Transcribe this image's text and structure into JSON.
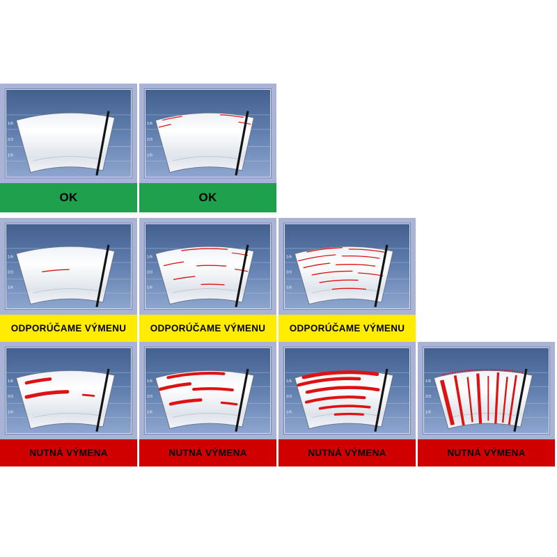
{
  "page": {
    "background": "#ffffff"
  },
  "zone_labels": [
    "1/6",
    "2/3",
    "1/6"
  ],
  "statuses": {
    "ok": "OK",
    "warn": "ODPORÚČAME VÝMENU",
    "replace": "NUTNÁ VÝMENA"
  },
  "colors": {
    "panel_frame": "#a9b3d6",
    "inner_top": "#44608f",
    "inner_mid": "#5d7cac",
    "inner_bottom": "#8ea6cf",
    "streak_red": "#dd1212",
    "blade_black": "#141414",
    "status_ok_bg": "#1fa04c",
    "status_warn_bg": "#ffec00",
    "status_replace_bg": "#d10000",
    "status_text": "#000000"
  },
  "cells": [
    {
      "id": "ok-1",
      "status": "ok",
      "severity": "clean",
      "streaks": [],
      "vstreaks": [],
      "dash": false
    },
    {
      "id": "ok-2",
      "status": "ok",
      "severity": "light-edge-streaks",
      "streaks": [
        {
          "r": 0.97,
          "a1": -13.5,
          "a2": -8,
          "w": 1.3
        },
        {
          "r": 0.86,
          "a1": -15,
          "a2": -11.5,
          "w": 1.3
        },
        {
          "r": 0.97,
          "a1": 3,
          "a2": 9.5,
          "w": 1.3
        },
        {
          "r": 0.87,
          "a1": 8.5,
          "a2": 12,
          "w": 1.3
        }
      ],
      "vstreaks": [],
      "dash": false
    },
    {
      "id": "warn-1",
      "status": "warn",
      "severity": "single-streak",
      "streaks": [
        {
          "r": 0.56,
          "a1": -9,
          "a2": -0.5,
          "w": 1.5
        }
      ],
      "vstreaks": [],
      "dash": false
    },
    {
      "id": "warn-2",
      "status": "warn",
      "severity": "several-streaks",
      "streaks": [
        {
          "r": 0.96,
          "a1": -8,
          "a2": 5,
          "w": 1.5
        },
        {
          "r": 0.9,
          "a1": 6.5,
          "a2": 11,
          "w": 1.3
        },
        {
          "r": 0.74,
          "a1": -14,
          "a2": -8,
          "w": 1.5
        },
        {
          "r": 0.64,
          "a1": -4,
          "a2": 5,
          "w": 1.5
        },
        {
          "r": 0.6,
          "a1": 8,
          "a2": 12,
          "w": 1.3
        },
        {
          "r": 0.44,
          "a1": -12,
          "a2": -5,
          "w": 1.5
        },
        {
          "r": 0.28,
          "a1": -3,
          "a2": 5,
          "w": 1.5
        }
      ],
      "vstreaks": [],
      "dash": false
    },
    {
      "id": "warn-3",
      "status": "warn",
      "severity": "many-streaks",
      "streaks": [
        {
          "r": 0.98,
          "a1": -12,
          "a2": -2,
          "w": 1.5
        },
        {
          "r": 0.95,
          "a1": 0,
          "a2": 10,
          "w": 1.4
        },
        {
          "r": 0.85,
          "a1": -15,
          "a2": -4,
          "w": 1.5
        },
        {
          "r": 0.82,
          "a1": -2,
          "a2": 9,
          "w": 1.4
        },
        {
          "r": 0.7,
          "a1": -14,
          "a2": -6,
          "w": 1.5
        },
        {
          "r": 0.66,
          "a1": -4,
          "a2": 8,
          "w": 1.5
        },
        {
          "r": 0.53,
          "a1": -12,
          "a2": 1,
          "w": 1.5
        },
        {
          "r": 0.5,
          "a1": 3,
          "a2": 11,
          "w": 1.4
        },
        {
          "r": 0.36,
          "a1": -10,
          "a2": 3,
          "w": 1.5
        },
        {
          "r": 0.2,
          "a1": -6,
          "a2": 6,
          "w": 1.5
        }
      ],
      "vstreaks": [],
      "dash": false
    },
    {
      "id": "replace-1",
      "status": "replace",
      "severity": "thick-smears-few",
      "streaks": [
        {
          "r": 0.86,
          "a1": -13,
          "a2": -6,
          "w": 5
        },
        {
          "r": 0.6,
          "a1": -14,
          "a2": -1,
          "w": 5.5
        },
        {
          "r": 0.55,
          "a1": 4,
          "a2": 7.5,
          "w": 3
        }
      ],
      "vstreaks": [],
      "dash": false
    },
    {
      "id": "replace-2",
      "status": "replace",
      "severity": "thick-smears-several",
      "streaks": [
        {
          "r": 0.95,
          "a1": -12,
          "a2": 4,
          "w": 4.5
        },
        {
          "r": 0.77,
          "a1": -15,
          "a2": -6,
          "w": 5
        },
        {
          "r": 0.66,
          "a1": -5,
          "a2": 7,
          "w": 4.5
        },
        {
          "r": 0.45,
          "a1": -13,
          "a2": -3,
          "w": 5
        },
        {
          "r": 0.4,
          "a1": 4,
          "a2": 9,
          "w": 3.5
        }
      ],
      "vstreaks": [],
      "dash": false
    },
    {
      "id": "replace-3",
      "status": "replace",
      "severity": "thick-smears-many",
      "streaks": [
        {
          "r": 0.97,
          "a1": -13,
          "a2": 8,
          "w": 5.5
        },
        {
          "r": 0.85,
          "a1": -15,
          "a2": 3,
          "w": 5
        },
        {
          "r": 0.68,
          "a1": -13,
          "a2": 9,
          "w": 5
        },
        {
          "r": 0.5,
          "a1": -14,
          "a2": 5,
          "w": 4.5
        },
        {
          "r": 0.33,
          "a1": -10,
          "a2": 7,
          "w": 4
        },
        {
          "r": 0.18,
          "a1": -5,
          "a2": 5,
          "w": 3.5
        }
      ],
      "vstreaks": [],
      "dash": false
    },
    {
      "id": "replace-4",
      "status": "replace",
      "severity": "full-vertical-smears",
      "streaks": [],
      "vstreaks": [
        {
          "a": -13.5,
          "r1": 0.05,
          "r2": 0.92,
          "w": 6
        },
        {
          "a": -9.5,
          "r1": 0.0,
          "r2": 0.96,
          "w": 4
        },
        {
          "a": -6,
          "r1": 0.04,
          "r2": 0.9,
          "w": 2.5
        },
        {
          "a": -3,
          "r1": 0.0,
          "r2": 0.95,
          "w": 4.5
        },
        {
          "a": 0,
          "r1": 0.05,
          "r2": 0.9,
          "w": 2
        },
        {
          "a": 2.8,
          "r1": 0.0,
          "r2": 0.97,
          "w": 3.5
        },
        {
          "a": 5.5,
          "r1": 0.03,
          "r2": 0.9,
          "w": 2.5
        },
        {
          "a": 8,
          "r1": 0.0,
          "r2": 0.95,
          "w": 3
        },
        {
          "a": 10.5,
          "r1": 0.1,
          "r2": 0.9,
          "w": 2
        }
      ],
      "dash": true
    }
  ]
}
